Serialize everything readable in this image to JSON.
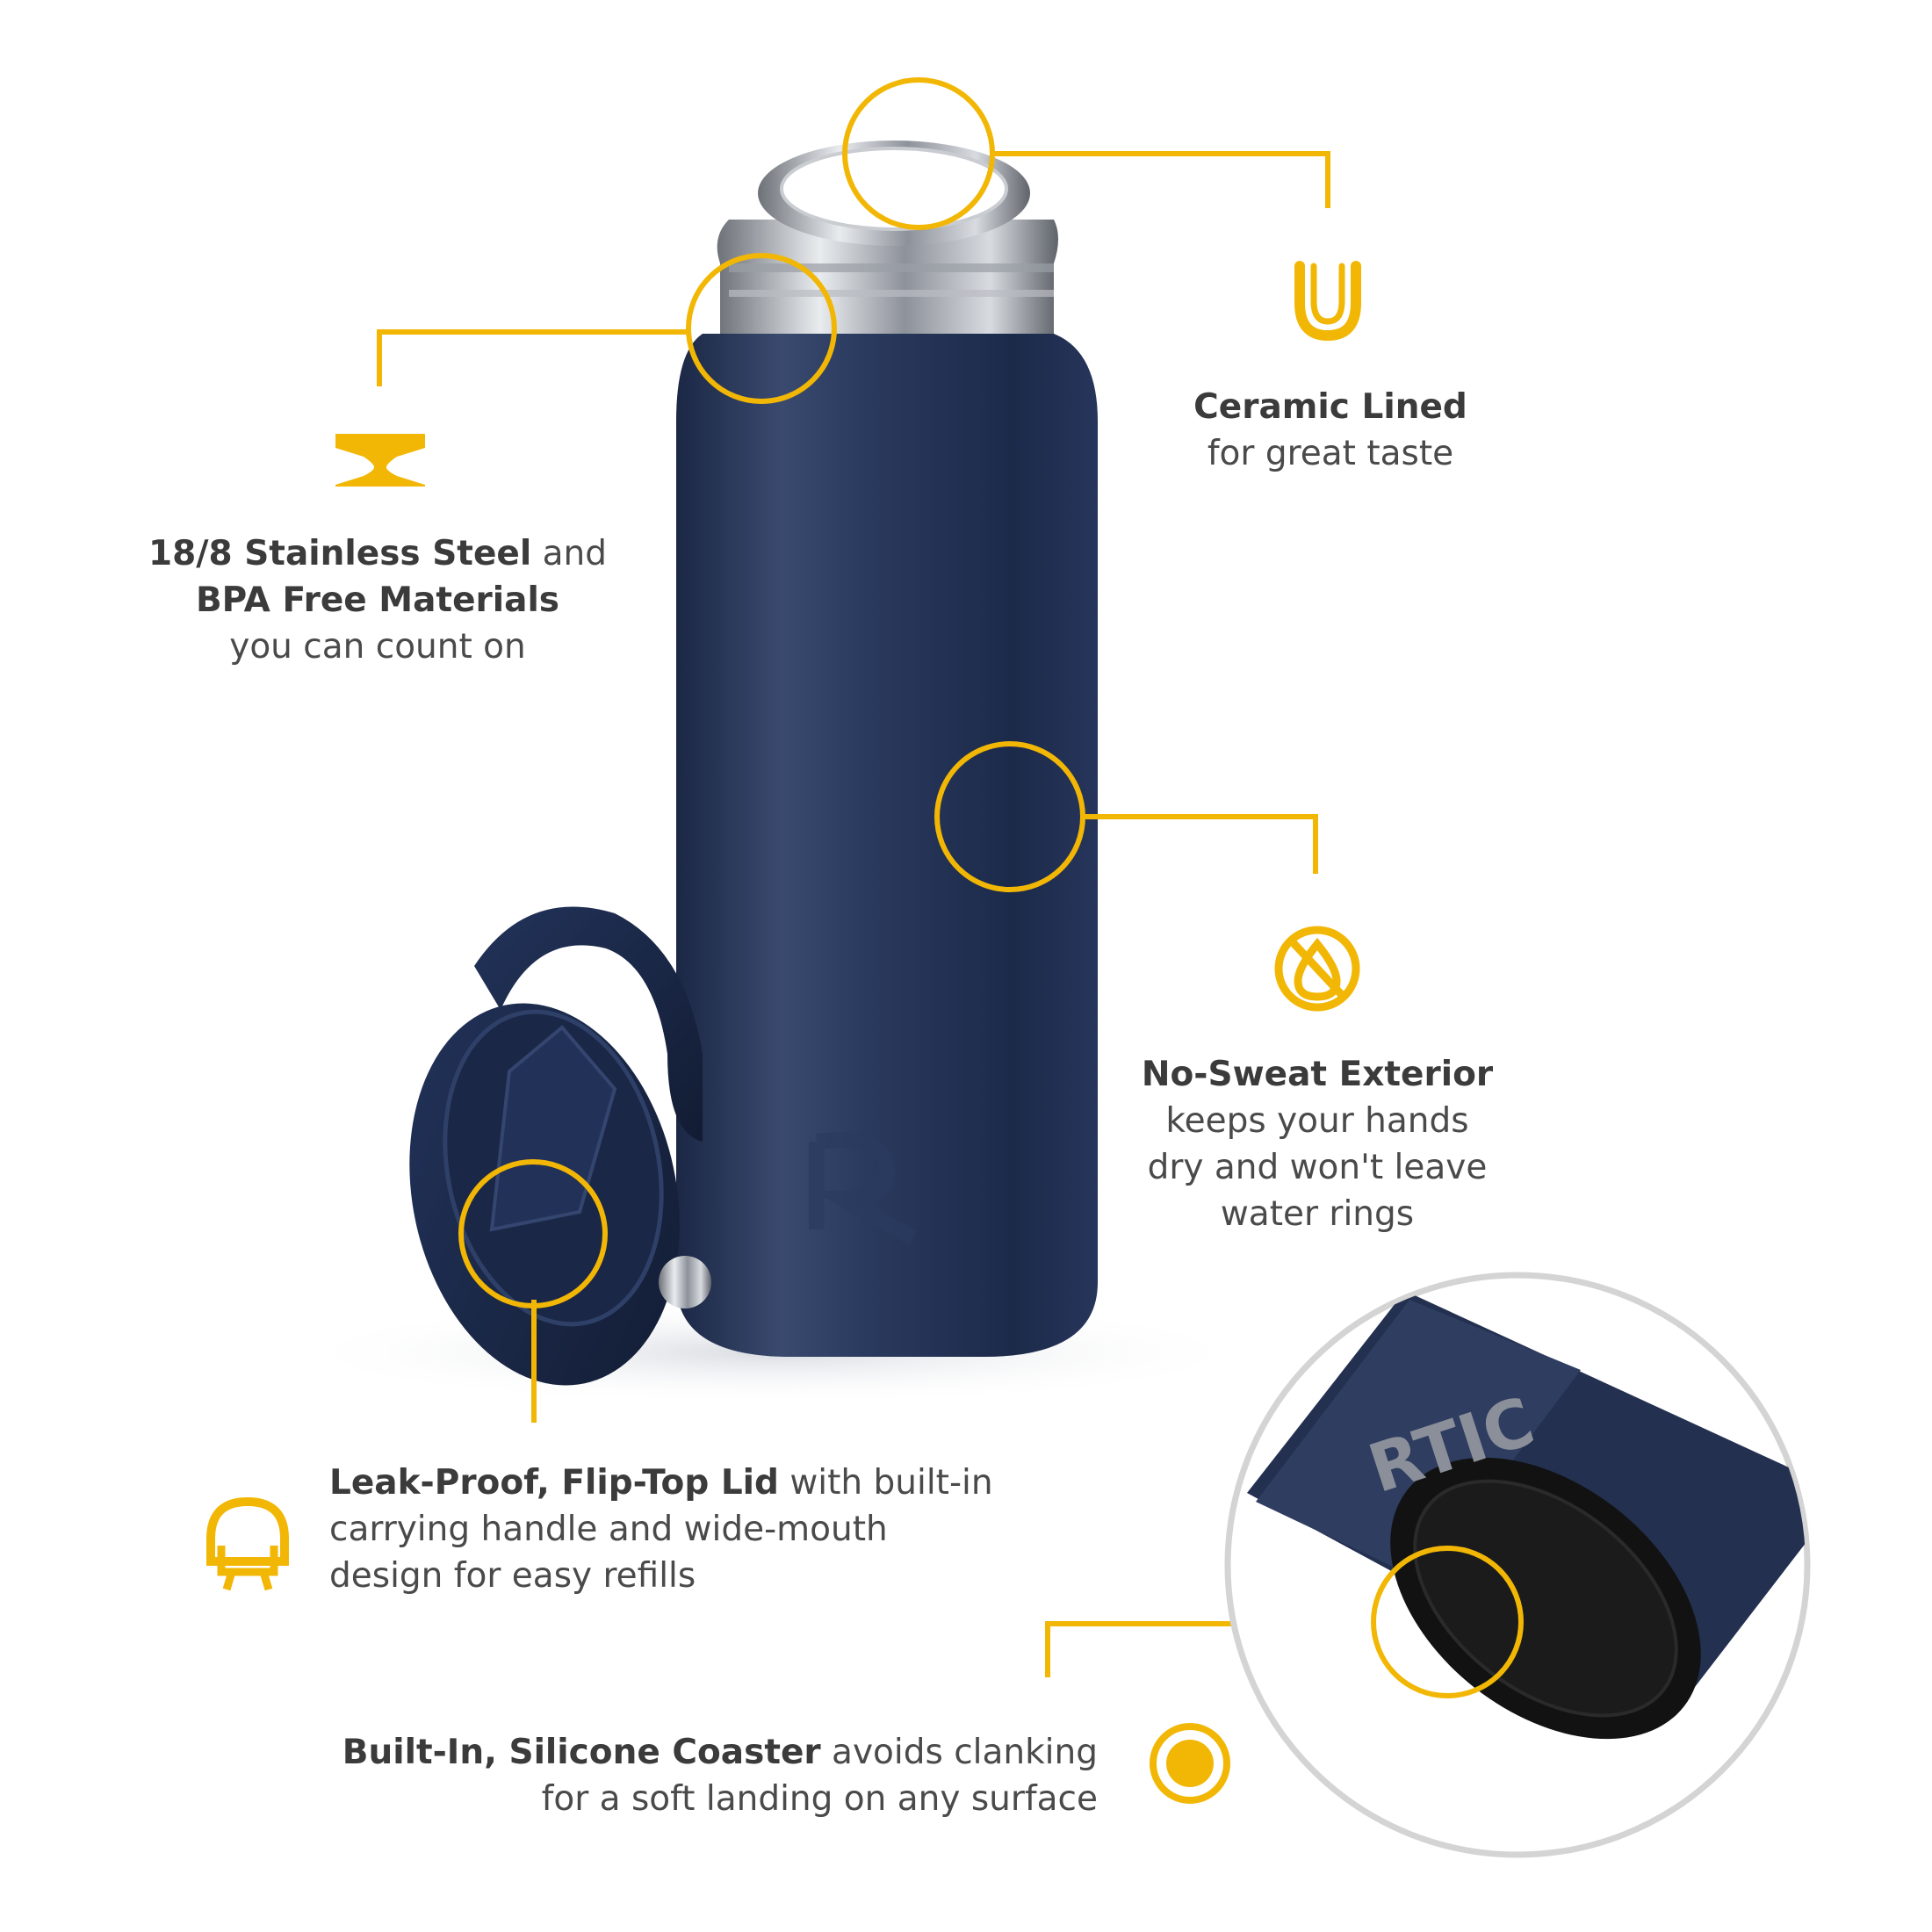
{
  "brand": {
    "logo_text": "RTIC",
    "accent": "#f2b705",
    "body_color": "#1d2c4f"
  },
  "features": {
    "ceramic": {
      "bold": "Ceramic Lined",
      "rest": "",
      "sub1": "for great taste"
    },
    "steel": {
      "bold1": "18/8 Stainless Steel",
      "rest1": " and",
      "bold2": "BPA Free Materials",
      "sub": "you can count on"
    },
    "sweat": {
      "bold": "No-Sweat Exterior",
      "l2": "keeps your hands",
      "l3": "dry and won't leave",
      "l4": "water rings"
    },
    "lid": {
      "bold": "Leak-Proof, Flip-Top Lid",
      "rest": " with built-in",
      "l2": "carrying handle and wide-mouth",
      "l3": "design for easy refills"
    },
    "coaster": {
      "bold": "Built-In, Silicone Coaster",
      "rest": " avoids clanking",
      "l2": "for a soft landing on any surface"
    }
  },
  "icons": [
    "u-liner-icon",
    "anvil-icon",
    "no-drop-icon",
    "lid-icon",
    "coaster-icon"
  ]
}
